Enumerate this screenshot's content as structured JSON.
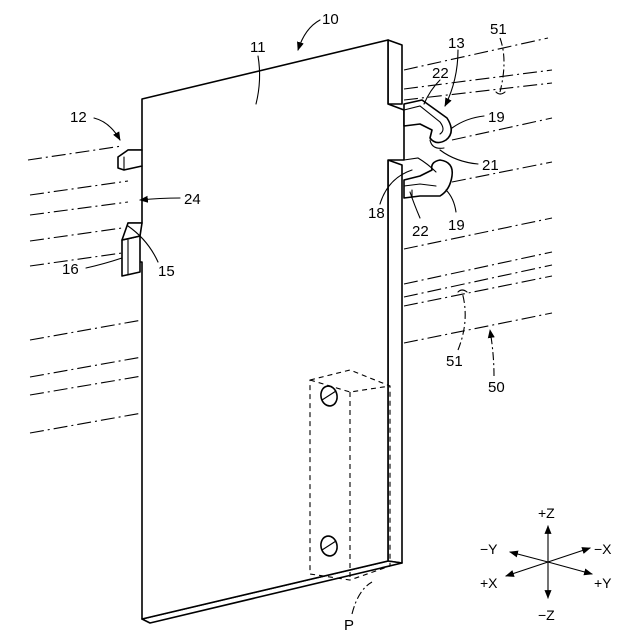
{
  "labels": {
    "l10": "10",
    "l11": "11",
    "l12": "12",
    "l13": "13",
    "l51_top": "51",
    "l22_top": "22",
    "l19_top": "19",
    "l21": "21",
    "l18": "18",
    "l22_bot": "22",
    "l19_bot": "19",
    "l24": "24",
    "l16": "16",
    "l15": "15",
    "l51_bot": "51",
    "l50": "50",
    "lP": "P"
  },
  "axes": {
    "pz": "+Z",
    "mz": "−Z",
    "my": "−Y",
    "mx": "−X",
    "px": "+X",
    "py": "+Y"
  }
}
